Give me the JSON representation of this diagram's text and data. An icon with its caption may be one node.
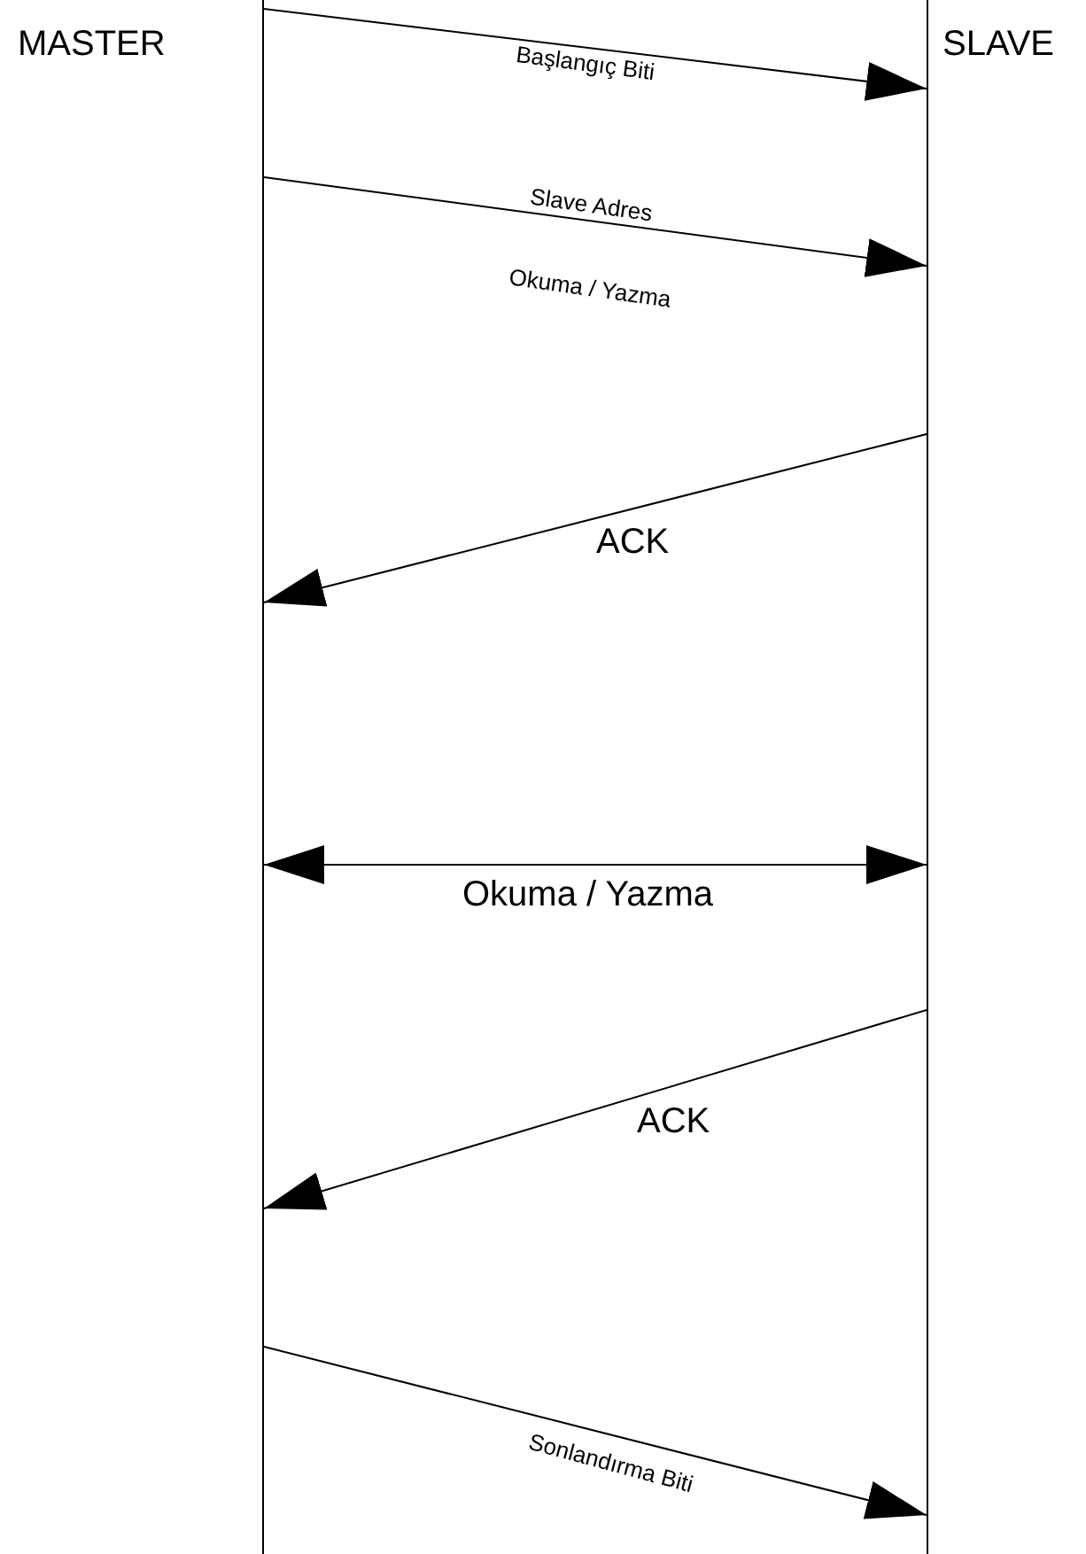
{
  "diagram": {
    "nodes": [
      {
        "text": [
          "MASTER"
        ]
      },
      {
        "text": [
          "SLAVE"
        ]
      }
    ],
    "edges": [
      {
        "from": 0,
        "to": 1,
        "arrow": "to",
        "label": "Başlangıç Biti"
      },
      {
        "from": 0,
        "to": 1,
        "arrow": "to",
        "label": "Slave Adres"
      },
      {
        "from": 1,
        "to": 0,
        "arrow": "to",
        "label": "ACK"
      },
      {
        "from": 0,
        "to": 1,
        "arrow": "both",
        "label": "Okuma / Yazma"
      },
      {
        "from": 1,
        "to": 0,
        "arrow": "to",
        "label": "ACK"
      },
      {
        "from": 0,
        "to": 1,
        "arrow": "to",
        "label": "Sonlandırma Biti"
      }
    ],
    "labels": [
      "Okuma / Yazma"
    ]
  }
}
